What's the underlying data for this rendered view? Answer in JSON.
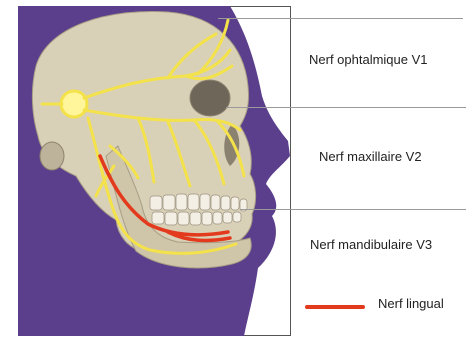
{
  "labels": {
    "ophthalmic": "Nerf ophtalmique V1",
    "maxillary": "Nerf maxillaire V2",
    "mandibular": "Nerf mandibulaire V3",
    "lingual": "Nerf lingual"
  },
  "colors": {
    "background_face": "#5b3f8c",
    "bone": "#d9d0b8",
    "nerve": "#f3e24a",
    "lingual_nerve": "#e33a1d"
  }
}
